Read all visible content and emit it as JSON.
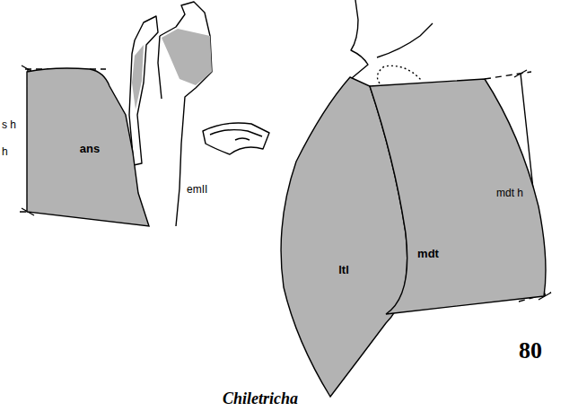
{
  "diagram": {
    "caption": "Chiletricha",
    "nodes": [
      {
        "text": [
          "ans"
        ]
      },
      {
        "text": [
          "ltl"
        ]
      },
      {
        "text": [
          "mdt"
        ]
      }
    ],
    "labels": [
      "s h",
      "h",
      "emII",
      "mdt h",
      "80"
    ]
  }
}
